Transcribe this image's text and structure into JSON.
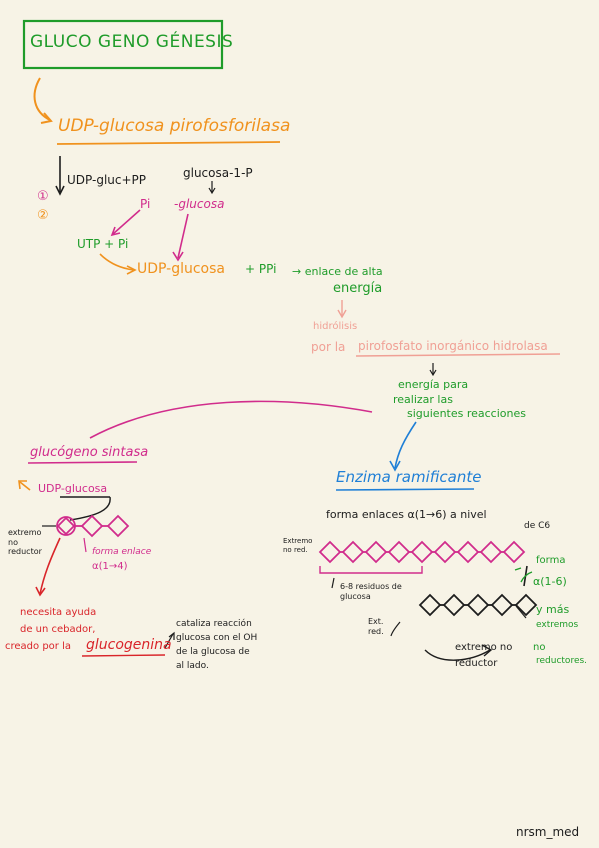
{
  "colors": {
    "paper": "#f7f3e6",
    "green": "#1f9c2a",
    "orange": "#f0921e",
    "magenta": "#d12c8c",
    "black": "#1d1d1d",
    "red": "#d9252a",
    "salmon": "#f0a095",
    "blue": "#1f7fd6"
  },
  "title": "GLUCO GENO GÉNESIS",
  "enzyme_1": "UDP-glucosa pirofosforilasa",
  "eq_left": "UDP-gluc+PP",
  "step_a": "①",
  "step_b": "②",
  "glucose_1p": "glucosa-1-P",
  "pi": "Pi",
  "glucosa_small": "-glucosa",
  "utp": "UTP + Pi",
  "udp_glucosa": "UDP-glucosa",
  "plus_ppi": "+ PPi",
  "enlace_line1": "→ enlace de alta",
  "enlace_line2": "energía",
  "hidrolisis_1": "hidrólisis",
  "hidrolisis_2": "por la",
  "hidrolisis_3": "pirofosfato inorgánico hidrolasa",
  "energia_1": "energía para",
  "energia_2": "realizar las",
  "energia_3": "siguientes reacciones",
  "glucogeno_sintasa": "glucógeno sintasa",
  "udp_glucosa_2": "UDP-glucosa",
  "extremo_no_reductor": "extremo no reductor",
  "forma_enlace_1": "forma enlace",
  "forma_enlace_2": "α(1→4)",
  "necesita_1": "necesita ayuda",
  "necesita_2": "de un cebador,",
  "necesita_3": "creado por la",
  "glucogenina": "glucogenina",
  "cataliza_1": "cataliza reacción",
  "cataliza_2": "glucosa con el OH",
  "cataliza_3": "de la glucosa de",
  "cataliza_4": "al lado.",
  "enzima_ramificante": "Enzima ramificante",
  "forma_enlace_16": "forma enlaces α(1→6) a nivel",
  "de_c6": "de C6",
  "extremo_no_red": "Extremo no red.",
  "residuos": "6-8 residuos de glucosa",
  "forma_alfa16_1": "forma",
  "forma_alfa16_2": "α(1-6)",
  "y_mas_1": "y más",
  "y_mas_2": "extremos",
  "y_mas_3": "no",
  "y_mas_4": "reductores.",
  "ext_red": "Ext. red.",
  "extremo_no_reductor_2a": "extremo no",
  "extremo_no_reductor_2b": "reductor",
  "signature": "nrsm_med"
}
